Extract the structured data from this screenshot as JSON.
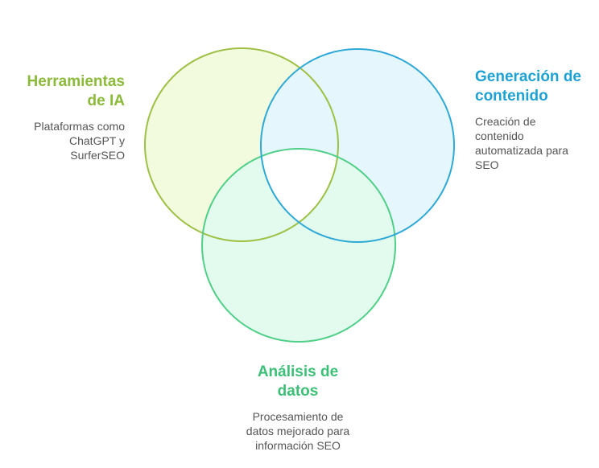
{
  "diagram": {
    "sets": [
      {
        "id": "tools",
        "title": "Herramientas\nde IA",
        "description": "Plataformas como\nChatGPT y\nSurferSEO",
        "stroke": "#9dc045",
        "fill": "#f3fbdf",
        "title_color": "#8cba3a"
      },
      {
        "id": "content",
        "title": "Generación de\ncontenido",
        "description": "Creación de\ncontenido\nautomatizada para\nSEO",
        "stroke": "#2ea9d6",
        "fill": "#e6f6fd",
        "title_color": "#1ea2d4"
      },
      {
        "id": "data",
        "title": "Análisis de\ndatos",
        "description": "Procesamiento de\ndatos mejorado para\ninformación SEO",
        "stroke": "#4fcf87",
        "fill": "#e3fbee",
        "title_color": "#3cbf77"
      }
    ],
    "center_fill": "#ffffff"
  }
}
